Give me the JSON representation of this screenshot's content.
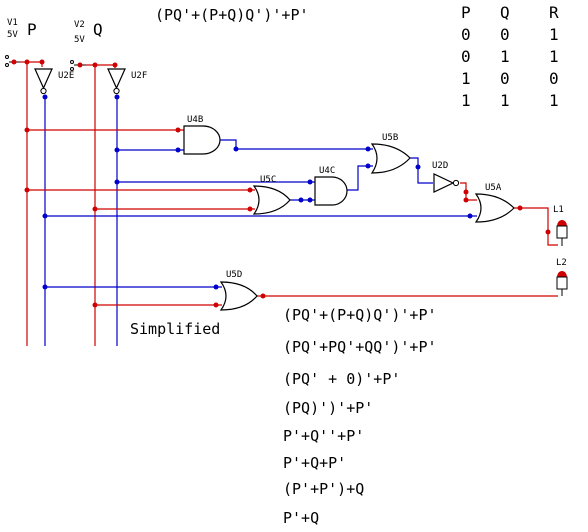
{
  "title": "(PQ'+(P+Q)Q')'+P'",
  "inputs": {
    "p": {
      "ref": "V1",
      "volt": "5V",
      "name": "P"
    },
    "q": {
      "ref": "V2",
      "volt": "5V",
      "name": "Q"
    }
  },
  "gates": {
    "u2e": "U2E",
    "u2f": "U2F",
    "u4b": "U4B",
    "u5b": "U5B",
    "u4c": "U4C",
    "u2d": "U2D",
    "u5c": "U5C",
    "u5a": "U5A",
    "u5d": "U5D"
  },
  "lamps": {
    "l1": "L1",
    "l2": "L2"
  },
  "truth_table": {
    "headers": [
      "P",
      "Q",
      "R"
    ],
    "rows": [
      [
        "0",
        "0",
        "1"
      ],
      [
        "0",
        "1",
        "1"
      ],
      [
        "1",
        "0",
        "0"
      ],
      [
        "1",
        "1",
        "1"
      ]
    ]
  },
  "simplified_label": "Simplified",
  "steps": [
    "(PQ'+(P+Q)Q')'+P'",
    "(PQ'+PQ'+QQ')'+P'",
    "(PQ' + 0)'+P'",
    "(PQ)')'+P'",
    "P'+Q''+P'",
    "P'+Q+P'",
    "(P'+P')+Q",
    "P'+Q"
  ],
  "colors": {
    "high_wire": "#d00000",
    "low_wire": "#0000cc",
    "lamp_on": "#d00000"
  }
}
